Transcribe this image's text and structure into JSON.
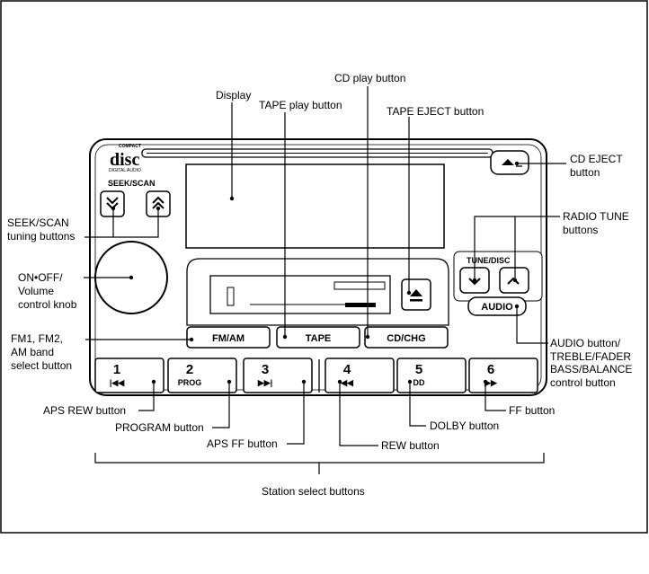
{
  "radio": {
    "cd_logo_top": "COMPACT",
    "cd_logo_main": "disc",
    "cd_logo_bottom": "DIGITAL AUDIO",
    "seek_scan_label": "SEEK/SCAN",
    "tune_disc_label": "TUNE/DISC",
    "fm_am_label": "FM/AM",
    "tape_label": "TAPE",
    "cd_chg_label": "CD/CHG",
    "audio_label": "AUDIO",
    "presets": [
      {
        "number": "1",
        "sub": "|◀◀"
      },
      {
        "number": "2",
        "sub": "PROG"
      },
      {
        "number": "3",
        "sub": "▶▶|"
      },
      {
        "number": "4",
        "sub": "◀◀"
      },
      {
        "number": "5",
        "sub": "DD"
      },
      {
        "number": "6",
        "sub": "▶▶"
      }
    ]
  },
  "callouts": {
    "cd_play": "CD play button",
    "display": "Display",
    "tape_play": "TAPE play button",
    "tape_eject": "TAPE EJECT button",
    "cd_eject_1": "CD EJECT",
    "cd_eject_2": "button",
    "seek_scan_1": "SEEK/SCAN",
    "seek_scan_2": "tuning buttons",
    "radio_tune_1": "RADIO TUNE",
    "radio_tune_2": "buttons",
    "on_off_1": "ON•OFF/",
    "on_off_2": "Volume",
    "on_off_3": "control knob",
    "band_1": "FM1, FM2,",
    "band_2": "AM band",
    "band_3": "select button",
    "audio_1": "AUDIO button/",
    "audio_2": "TREBLE/FADER",
    "audio_3": "BASS/BALANCE",
    "audio_4": "control button",
    "aps_rew": "APS REW button",
    "ff": "FF button",
    "program": "PROGRAM button",
    "dolby": "DOLBY button",
    "aps_ff": "APS FF button",
    "rew": "REW button",
    "station_select": "Station select buttons"
  }
}
